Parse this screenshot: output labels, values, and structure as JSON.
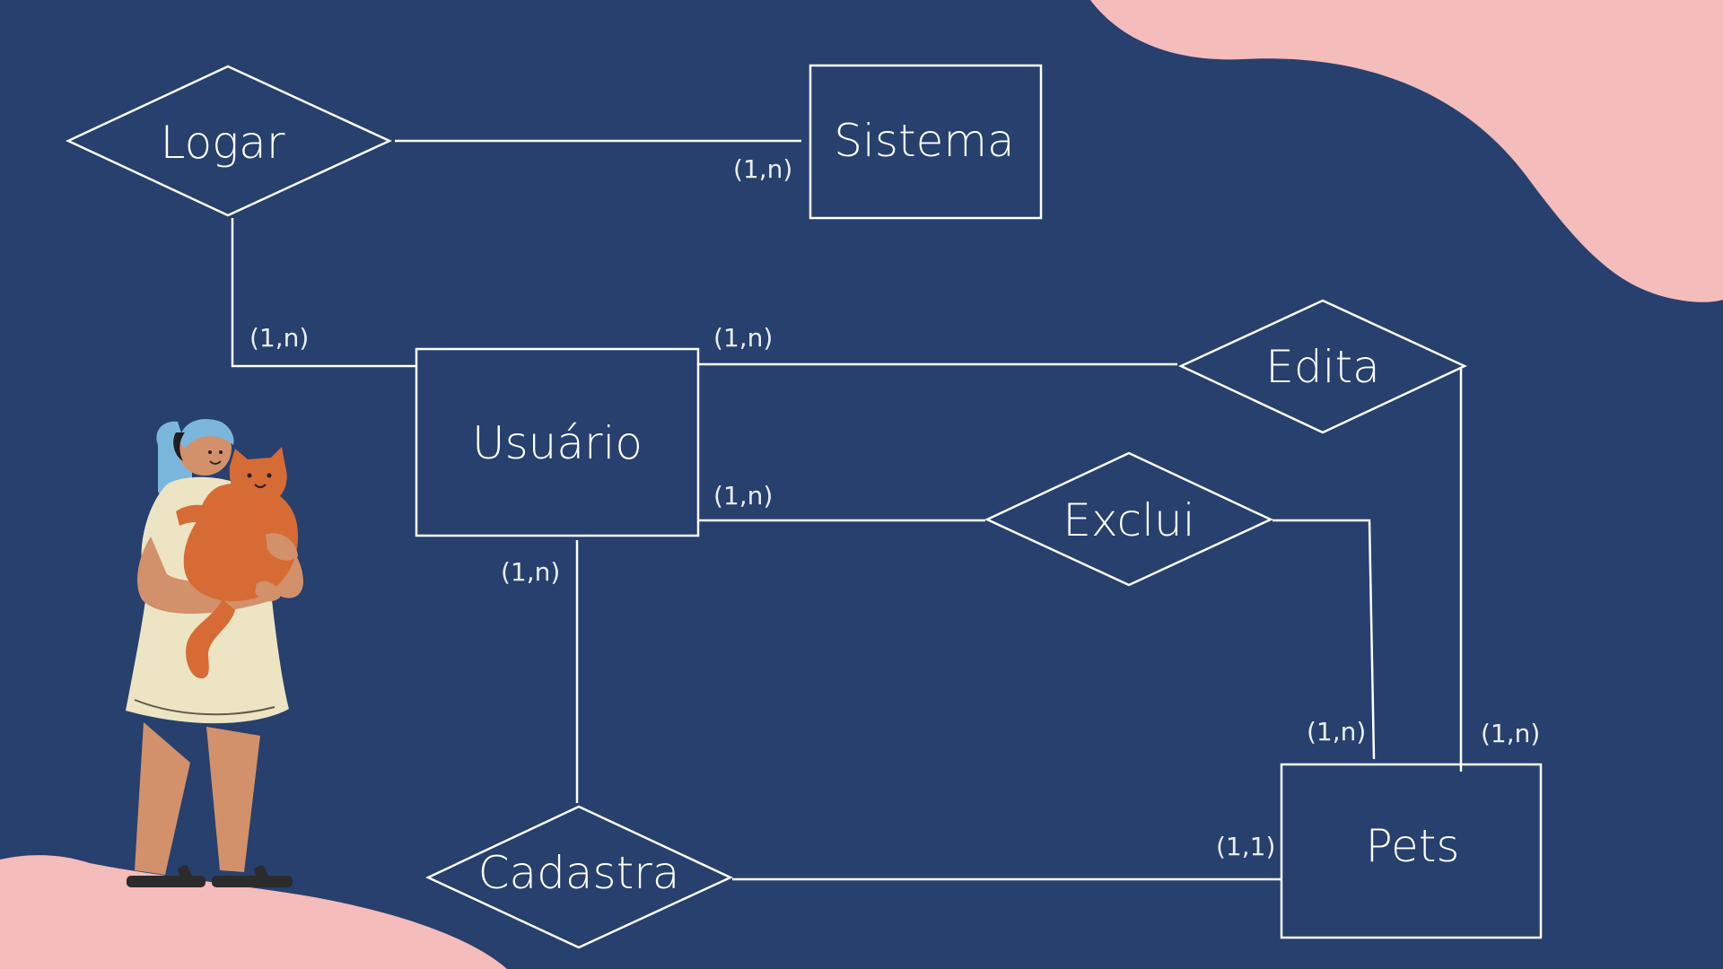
{
  "colors": {
    "background": "#27406d",
    "blob": "#f4bcbb",
    "line": "#ffffff"
  },
  "entities": {
    "sistema": "Sistema",
    "usuario": "Usuário",
    "pets": "Pets"
  },
  "relationships": {
    "logar": "Logar",
    "edita": "Edita",
    "exclui": "Exclui",
    "cadastra": "Cadastra"
  },
  "cardinalities": {
    "logar_sistema": "(1,n)",
    "logar_usuario": "(1,n)",
    "usuario_edita": "(1,n)",
    "usuario_exclui": "(1,n)",
    "usuario_cadastra": "(1,n)",
    "exclui_pets": "(1,n)",
    "edita_pets": "(1,n)",
    "cadastra_pets": "(1,1)"
  },
  "illustration": "person-holding-cat"
}
